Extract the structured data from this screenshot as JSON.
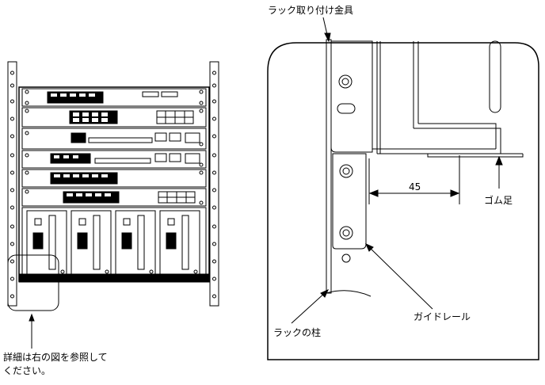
{
  "labels": {
    "rack_bracket": "ラック取り付け金具",
    "rubber_foot": "ゴム足",
    "guide_rail": "ガイドレール",
    "rack_pillar": "ラックの柱",
    "dimension": "45",
    "note_line1": "詳細は右の図を参照して",
    "note_line2": "ください。"
  }
}
